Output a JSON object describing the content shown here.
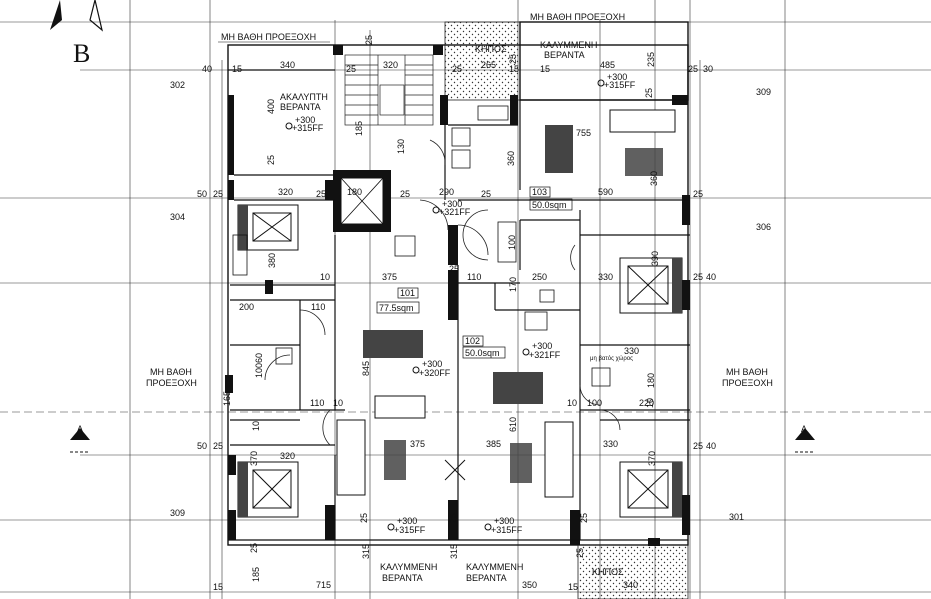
{
  "drawing": {
    "compass_letter": "B",
    "section_marks": [
      "A",
      "A"
    ],
    "labels": {
      "mi_vathi_top": "ΜΗ ΒΑΘΗ ΠΡΟΕΞΟΧΗ",
      "mi_vathi_top_right": "ΜΗ ΒΑΘΗ ΠΡΟΕΞΟΧΗ",
      "mi_vathi_left_1": "ΜΗ ΒΑΘΗ",
      "mi_vathi_left_2": "ΠΡΟΕΞΟΧΗ",
      "mi_vathi_right_1": "ΜΗ ΒΑΘΗ",
      "mi_vathi_right_2": "ΠΡΟΕΞΟΧΗ",
      "kipos_top": "ΚΗΠΟΣ",
      "kipos_bottom": "ΚΗΠΟΣ",
      "kalimmeni_top_1": "ΚΑΛΥΜΜΕΝΗ",
      "kalimmeni_top_2": "ΒΕΡΑΝΤΑ",
      "akalipti_1": "ΑΚΑΛΥΠΤΗ",
      "akalipti_2": "ΒΕΡΑΝΤΑ",
      "kalimmeni_bl_1": "ΚΑΛΥΜΜΕΝΗ",
      "kalimmeni_bl_2": "ΒΕΡΑΝΤΑ",
      "kalimmeni_br_1": "ΚΑΛΥΜΜΕΝΗ",
      "kalimmeni_br_2": "ΒΕΡΑΝΤΑ",
      "mi_vathos_small": "μη βατός χώρος"
    },
    "units": [
      {
        "number": "101",
        "area": "77.5sqm"
      },
      {
        "number": "102",
        "area": "50.0sqm"
      },
      {
        "number": "103",
        "area": "50.0sqm"
      }
    ],
    "levels": {
      "lvl_a1": "+300",
      "lvl_a2": "+315FF",
      "lvl_b1": "+300",
      "lvl_b2": "+315FF",
      "lvl_c1": "+300",
      "lvl_c2": "+321FF",
      "lvl_d1": "+300",
      "lvl_d2": "+320FF",
      "lvl_e1": "+300",
      "lvl_e2": "+321FF",
      "lvl_f1": "+300",
      "lvl_f2": "+315FF",
      "lvl_g1": "+300",
      "lvl_g2": "+315FF"
    },
    "dimensions": {
      "d_40": "40",
      "d_15": "15",
      "d_340": "340",
      "d_25a": "25",
      "d_320a": "320",
      "d_25b": "25",
      "d_15b": "15",
      "d_265": "265",
      "d_15c": "15",
      "d_485": "485",
      "d_25c": "25",
      "d_30": "30",
      "d_302": "302",
      "d_309a": "309",
      "d_400": "400",
      "d_235": "235",
      "d_185a": "185",
      "d_130": "130",
      "d_755": "755",
      "d_360a": "360",
      "d_50a": "50",
      "d_25d": "25",
      "d_320b": "320",
      "d_25e": "25",
      "d_180": "180",
      "d_25f": "25",
      "d_290": "290",
      "d_25g": "25",
      "d_590": "590",
      "d_25h": "25",
      "d_304": "304",
      "d_306": "306",
      "d_360b": "360",
      "d_380": "380",
      "d_10a": "10",
      "d_375a": "375",
      "d_25i": "25",
      "d_110a": "110",
      "d_250": "250",
      "d_330a": "330",
      "d_390": "390",
      "d_25j": "25",
      "d_40b": "40",
      "d_200": "200",
      "d_110b": "110",
      "d_170": "170",
      "d_100a": "100",
      "d_845": "845",
      "d_165": "165",
      "d_100b": "100",
      "d_110c": "110",
      "d_10b": "10",
      "d_10c": "10",
      "d_100c": "100",
      "d_220": "220",
      "d_330b": "330",
      "d_180b": "180",
      "d_610": "610",
      "d_50b": "50",
      "d_25k": "25",
      "d_375b": "375",
      "d_385": "385",
      "d_330c": "330",
      "d_25l": "25",
      "d_40c": "40",
      "d_370a": "370",
      "d_320c": "320",
      "d_370b": "370",
      "d_309b": "309",
      "d_301": "301",
      "d_315a": "315",
      "d_315b": "315",
      "d_185b": "185",
      "d_715": "715",
      "d_350": "350",
      "d_15d": "15",
      "d_340b": "340",
      "d_15e": "15",
      "d_25m": "25",
      "d_25n": "25",
      "d_25o": "25",
      "d_25p": "25",
      "d_25q": "25",
      "d_25r": "25",
      "d_25s": "25",
      "d_60": "60",
      "d_10d": "10",
      "d_10e": "10",
      "d_25t": "25",
      "d_25u": "25"
    }
  }
}
